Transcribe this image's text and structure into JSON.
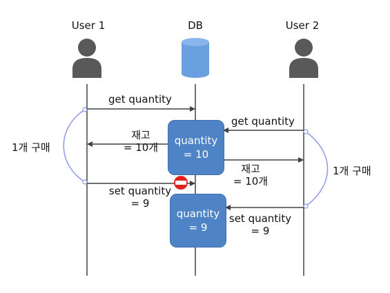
{
  "actors": {
    "user1": "User 1",
    "db": "DB",
    "user2": "User 2"
  },
  "messages": {
    "m1": "get quantity",
    "m2": "get quantity",
    "m3_line1": "재고",
    "m3_line2": "= 10개",
    "m4_line1": "재고",
    "m4_line2": "= 10개",
    "m5_line1": "set quantity",
    "m5_line2": "= 9",
    "m6_line1": "set quantity",
    "m6_line2": "= 9"
  },
  "db_states": {
    "state1_line1": "quantity",
    "state1_line2": "= 10",
    "state2_line1": "quantity",
    "state2_line2": "= 9"
  },
  "annotations": {
    "user1_purchase": "1개 구매",
    "user2_purchase": "1개 구매"
  },
  "icons": {
    "user1": "person-icon",
    "db": "database-icon",
    "user2": "person-icon",
    "blocked": "no-entry-icon"
  },
  "colors": {
    "lifeline": "#404040",
    "person": "#595959",
    "db_cylinder": "#6a9fe0",
    "db_cylinder_top": "#8ab5ea",
    "state_box": "#4e83c6",
    "state_box_border": "#3d6fae",
    "purchase_arc": "#8d99e8",
    "no_entry": "#e3201b"
  }
}
